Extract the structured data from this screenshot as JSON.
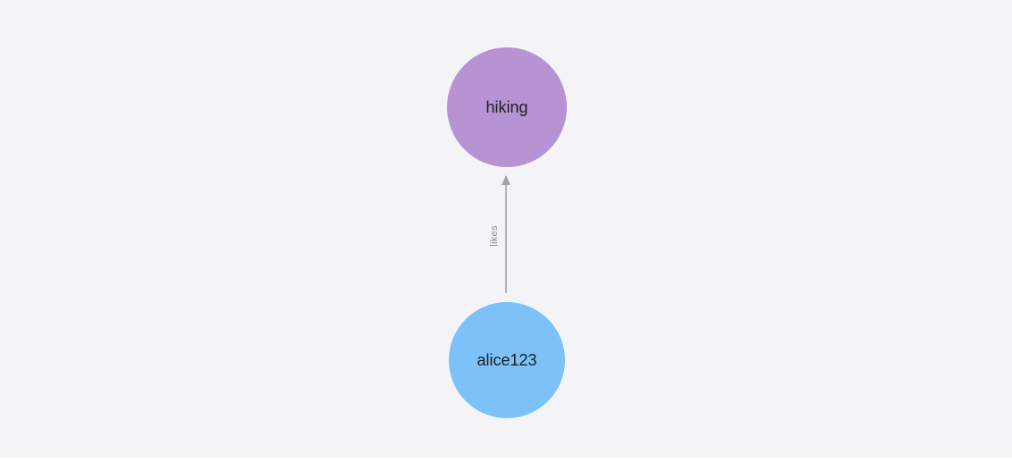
{
  "diagram": {
    "type": "graph",
    "background": "#f4f4f6",
    "nodes": [
      {
        "id": "hiking",
        "label": "hiking",
        "color": "#b793d3",
        "text_color": "#1d1d1f"
      },
      {
        "id": "alice123",
        "label": "alice123",
        "color": "#7cc2f8",
        "text_color": "#1d1d1f"
      }
    ],
    "edge": {
      "from": "alice123",
      "to": "hiking",
      "label": "likes",
      "color": "#a2a3aa",
      "label_color": "#8b8c92"
    }
  }
}
